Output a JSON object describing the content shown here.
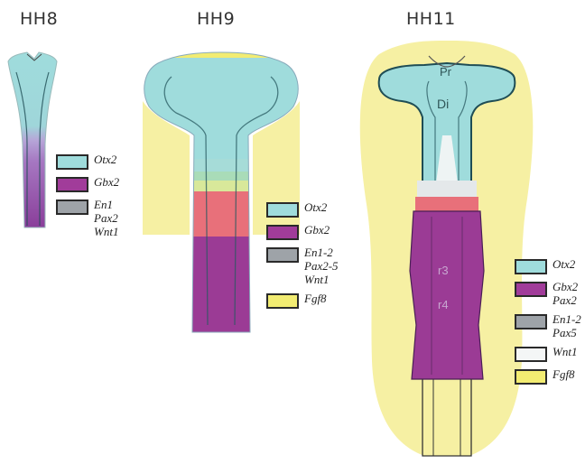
{
  "stages": [
    {
      "title": "HH8",
      "legend": [
        {
          "color": "#9fdcdc",
          "lines": [
            "Otx2"
          ]
        },
        {
          "color": "#a13c9a",
          "lines": [
            "Gbx2"
          ]
        },
        {
          "color": "#9ea3a8",
          "lines": [
            "En1",
            "Pax2",
            "Wnt1"
          ]
        }
      ]
    },
    {
      "title": "HH9",
      "legend": [
        {
          "color": "#9fdcdc",
          "lines": [
            "Otx2"
          ]
        },
        {
          "color": "#a13c9a",
          "lines": [
            "Gbx2"
          ]
        },
        {
          "color": "#9ea3a8",
          "lines": [
            "En1-2",
            "Pax2-5",
            "Wnt1"
          ]
        },
        {
          "color": "#f2ec72",
          "lines": [
            "Fgf8"
          ]
        }
      ]
    },
    {
      "title": "HH11",
      "legend": [
        {
          "color": "#9fdcdc",
          "lines": [
            "Otx2"
          ]
        },
        {
          "color": "#a13c9a",
          "lines": [
            "Gbx2",
            "Pax2"
          ]
        },
        {
          "color": "#9ea3a8",
          "lines": [
            "En1-2",
            "Pax5"
          ]
        },
        {
          "color": "#f4f6f6",
          "lines": [
            "Wnt1"
          ]
        },
        {
          "color": "#f2ec72",
          "lines": [
            "Fgf8"
          ]
        }
      ],
      "region_labels": [
        "Pr",
        "Di",
        "r3",
        "r4"
      ]
    }
  ]
}
